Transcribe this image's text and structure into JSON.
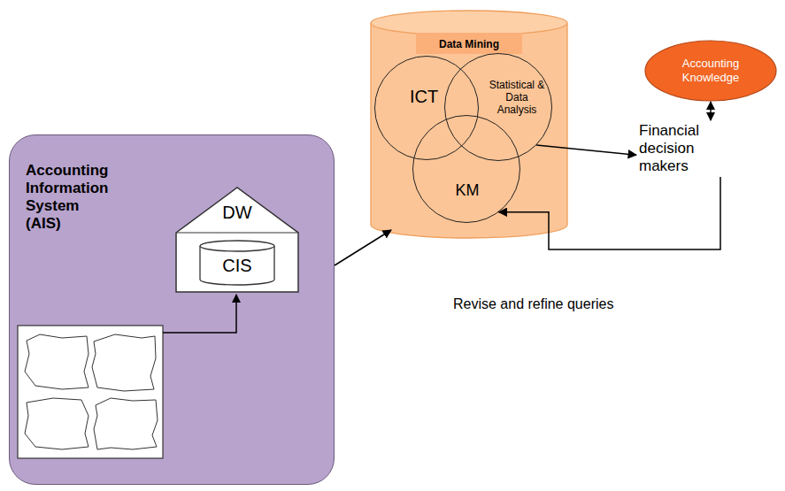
{
  "diagram": {
    "nodes": [
      {
        "text": [
          "Accounting Information System (AIS)"
        ]
      },
      {
        "text": [
          "DW"
        ],
        "in": 0
      },
      {
        "text": [
          "CIS"
        ],
        "in": 1
      },
      {
        "text": [
          "Data Mining"
        ]
      },
      {
        "text": [
          "ICT"
        ],
        "in": 3
      },
      {
        "text": [
          "Statistical & Data Analysis"
        ],
        "in": 3
      },
      {
        "text": [
          "KM"
        ],
        "in": 3
      },
      {
        "text": [
          "Accounting Knowledge"
        ]
      },
      {
        "text": [
          "Financial decision makers"
        ]
      }
    ],
    "edges": [
      {
        "from": 0,
        "to": 3,
        "arrow": "to"
      },
      {
        "from": 5,
        "to": 8,
        "arrow": "to"
      },
      {
        "from": 7,
        "to": 8,
        "arrow": "both"
      },
      {
        "from": 8,
        "to": 6,
        "arrow": "to"
      }
    ],
    "labels": [
      "Revise and refine queries"
    ]
  }
}
